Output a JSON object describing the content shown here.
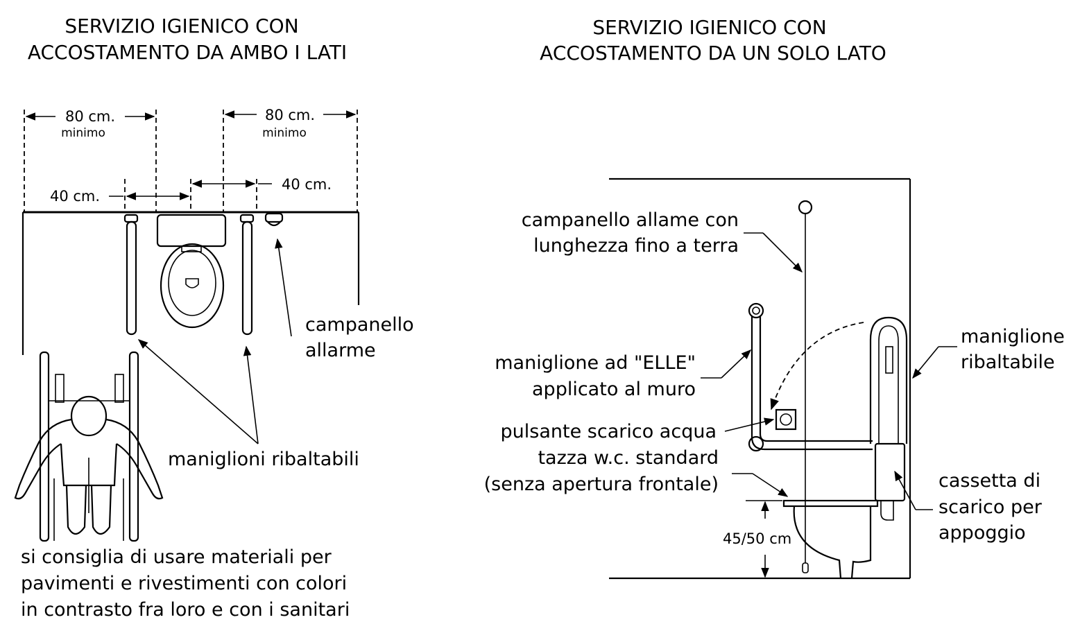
{
  "left_panel": {
    "title_line1": "SERVIZIO IGIENICO CON",
    "title_line2": "ACCOSTAMENTO DA AMBO I LATI",
    "dim_left_value": "80 cm.",
    "dim_left_note": "minimo",
    "dim_right_value": "80 cm.",
    "dim_right_note": "minimo",
    "dim_40_left": "40 cm.",
    "dim_40_right": "40 cm.",
    "label_alarm_line1": "campanello",
    "label_alarm_line2": "allarme",
    "label_grab_bars": "maniglioni ribaltabili",
    "note_line1": "si consiglia di usare materiali per",
    "note_line2": "pavimenti e rivestimenti con colori",
    "note_line3": "in contrasto fra loro e con i sanitari"
  },
  "right_panel": {
    "title_line1": "SERVIZIO IGIENICO CON",
    "title_line2": "ACCOSTAMENTO DA UN SOLO LATO",
    "label_alarm_line1": "campanello allame con",
    "label_alarm_line2": "lunghezza fino a terra",
    "label_l_bar_line1": "maniglione ad \"ELLE\"",
    "label_l_bar_line2": "applicato al muro",
    "label_flush_button": "pulsante scarico acqua",
    "label_wc_line1": "tazza w.c. standard",
    "label_wc_line2": "(senza apertura frontale)",
    "label_foldable_line1": "maniglione",
    "label_foldable_line2": "ribaltabile",
    "label_cistern_line1": "cassetta di",
    "label_cistern_line2": "scarico per",
    "label_cistern_line3": "appoggio",
    "dim_height": "45/50 cm"
  }
}
